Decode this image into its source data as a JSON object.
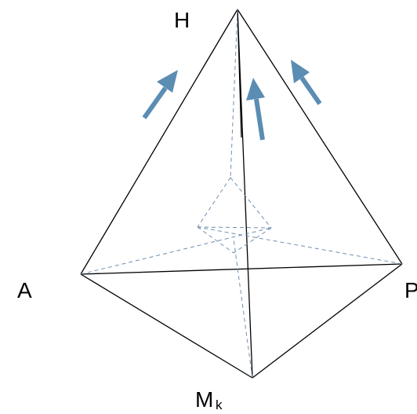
{
  "vertices": {
    "top": "H",
    "left": "A",
    "right": "P",
    "bottom_main": "M",
    "bottom_sub": "k"
  },
  "colors": {
    "edge": "#000000",
    "hidden_edge": "#6f8fb0",
    "arrow": "#5b8db3"
  },
  "arrows": [
    {
      "name": "left-arrow",
      "direction": "up-right"
    },
    {
      "name": "center-arrow",
      "direction": "up"
    },
    {
      "name": "right-arrow",
      "direction": "up-left"
    }
  ]
}
